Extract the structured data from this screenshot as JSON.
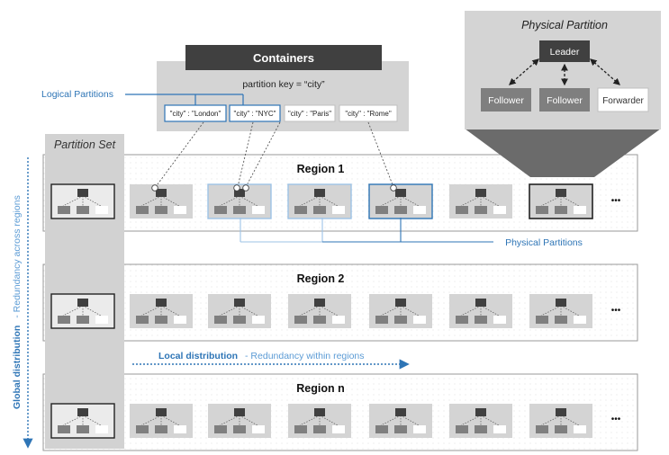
{
  "containers": {
    "title": "Containers",
    "partition_key_label": "partition key = “city”",
    "items": [
      "\"city\" : \"London\"",
      "\"city\" : \"NYC\"",
      "\"city\" : \"Paris\"",
      "\"city\" : \"Rome\""
    ]
  },
  "logical_partitions_label": "Logical Partitions",
  "physical_partition": {
    "title": "Physical Partition",
    "leader": "Leader",
    "followers": [
      "Follower",
      "Follower"
    ],
    "forwarder": "Forwarder"
  },
  "partition_set_label": "Partition Set",
  "regions": [
    "Region 1",
    "Region 2",
    "Region n"
  ],
  "ellipsis": "•••",
  "physical_partitions_label": "Physical Partitions",
  "local_distribution": {
    "label": "Local distribution",
    "sub": "- Redundancy within regions"
  },
  "global_distribution": {
    "label": "Global distribution",
    "sub": "- Redundancy across regions"
  },
  "colors": {
    "accent": "#2e75b6",
    "dark": "#404040",
    "mid": "#7f7f7f",
    "light": "#d9d9d9",
    "pale": "#ececec"
  }
}
